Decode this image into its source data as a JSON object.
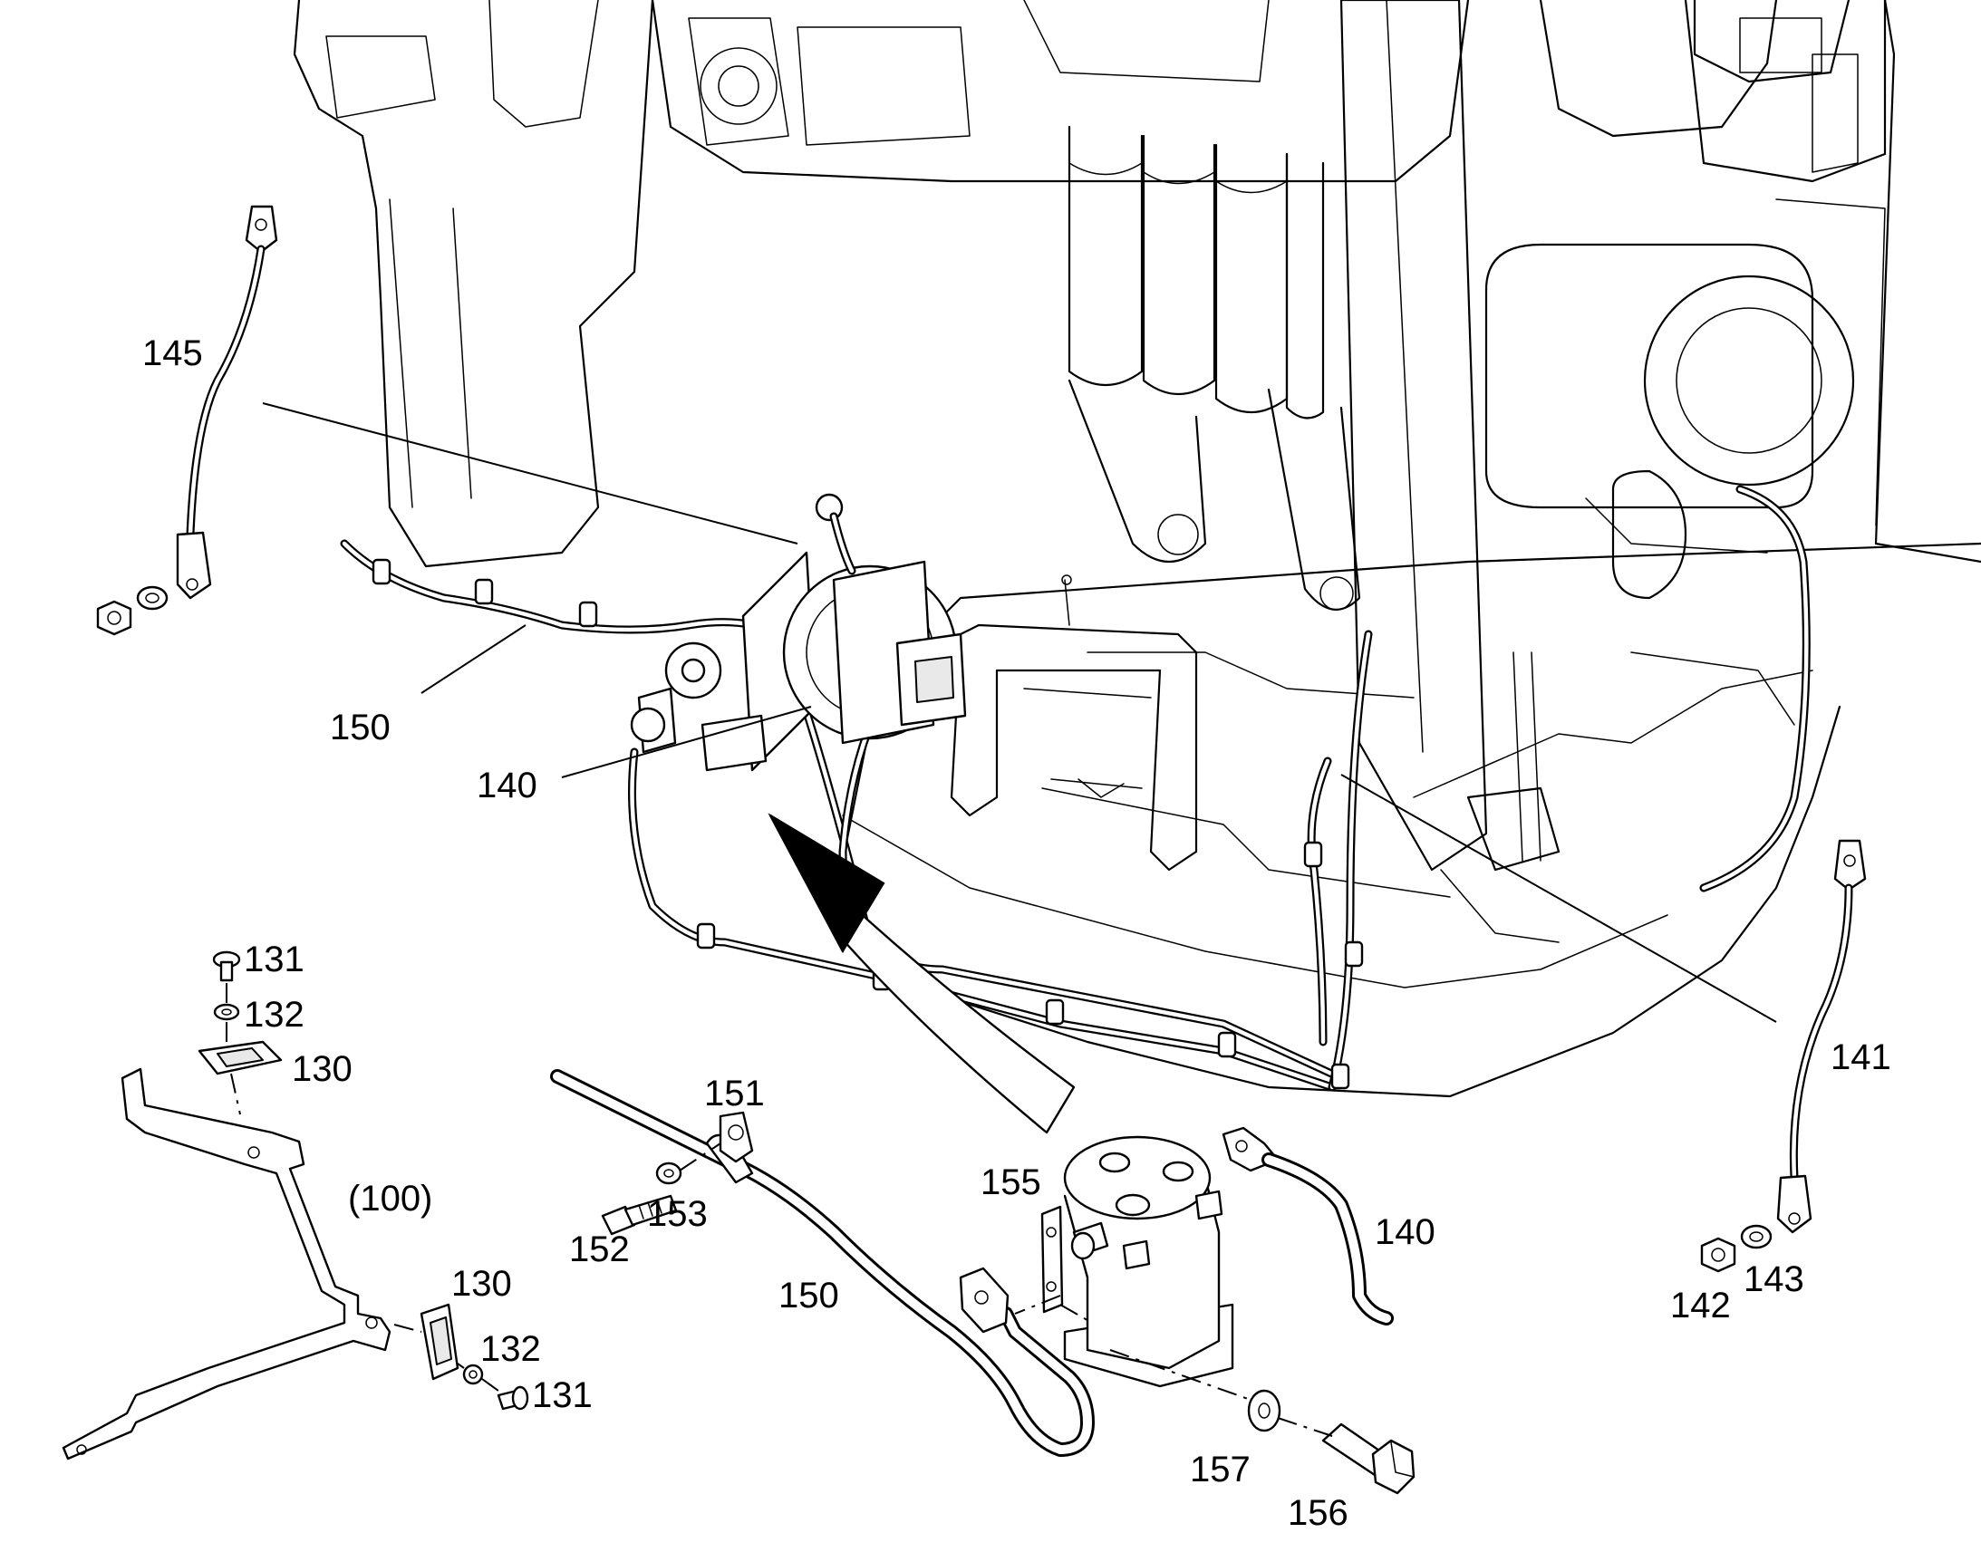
{
  "callouts": {
    "c145": "145",
    "c150_top": "150",
    "c140_top": "140",
    "c141": "141",
    "c131_top": "131",
    "c132_top": "132",
    "c130_top": "130",
    "c100": "(100)",
    "c130_bottom": "130",
    "c132_bottom": "132",
    "c131_bottom": "131",
    "c151": "151",
    "c153": "153",
    "c152": "152",
    "c150_bottom": "150",
    "c155": "155",
    "c140_bottom": "140",
    "c157": "157",
    "c156": "156",
    "c142": "142",
    "c143": "143"
  },
  "colors": {
    "line": "#000000",
    "background": "#ffffff",
    "shading": "#e9e9e9"
  }
}
